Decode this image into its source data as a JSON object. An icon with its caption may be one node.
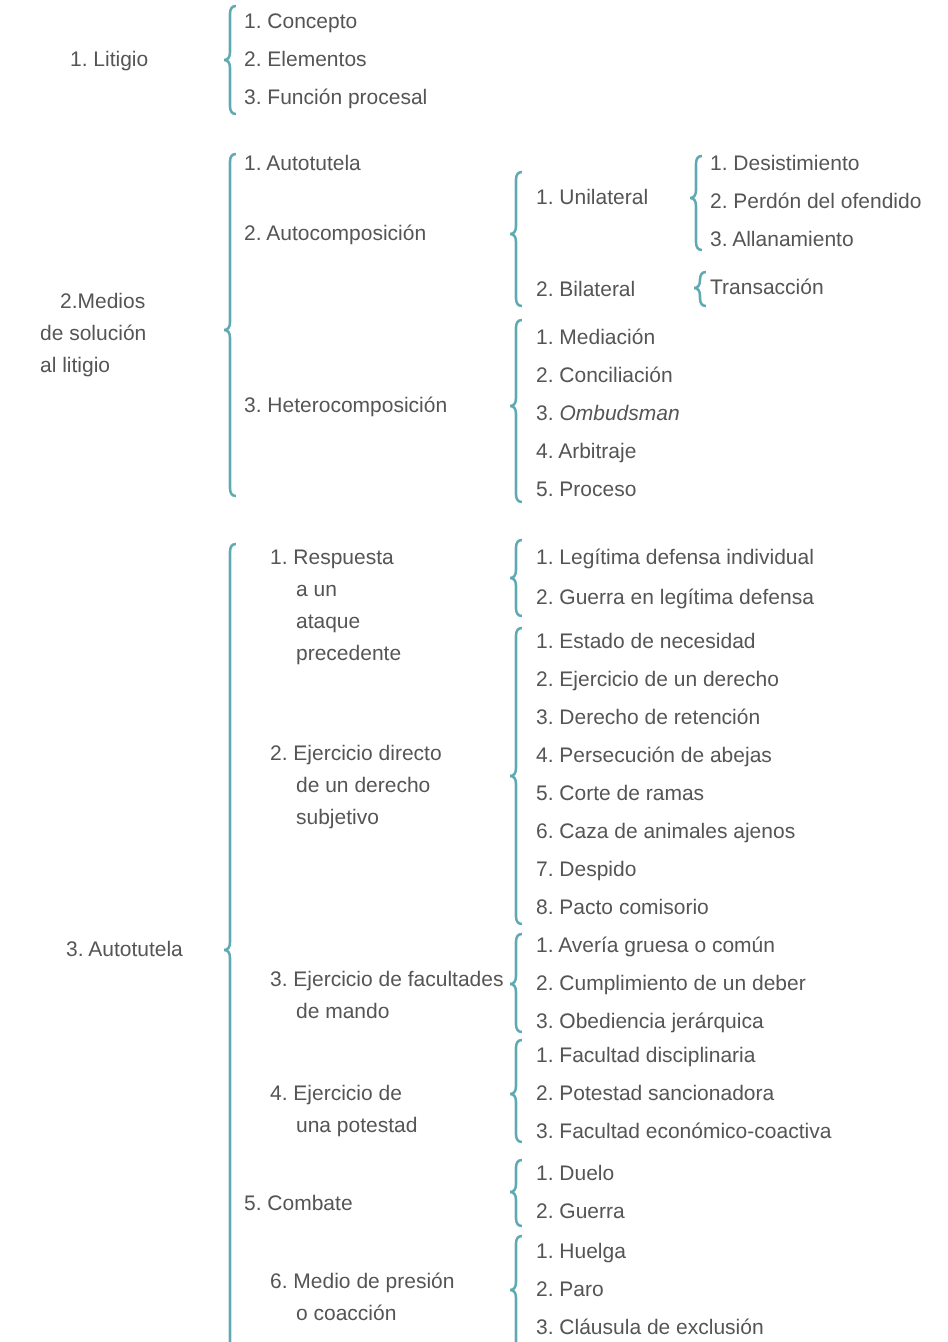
{
  "diagram": {
    "labels": [
      "1. Litigio",
      "1. Concepto",
      "2. Elementos",
      "3. Función procesal",
      "2.Medios de solución al litigio",
      "1. Autotutela",
      "2. Autocomposición",
      "1. Unilateral",
      "1. Desistimiento",
      "2. Perdón del ofendido",
      "3. Allanamiento",
      "2. Bilateral",
      "Transacción",
      "3. Heterocomposición",
      "1. Mediación",
      "2. Conciliación",
      "3. *Ombudsman*",
      "4. Arbitraje",
      "5. Proceso",
      "3. Autotutela",
      "1. Respuesta a un ataque precedente",
      "1. Legítima defensa individual",
      "2. Guerra en legítima defensa",
      "2. Ejercicio directo de un derecho subjetivo",
      "1. Estado de necesidad",
      "2. Ejercicio de un derecho",
      "3. Derecho de retención",
      "4. Persecución de abejas",
      "5. Corte de ramas",
      "6. Caza de animales ajenos",
      "7. Despido",
      "8. Pacto comisorio",
      "3. Ejercicio de facultades de mando",
      "1. Avería gruesa o común",
      "2. Cumplimiento de un deber",
      "3. Obediencia jerárquica",
      "4. Ejercicio de una potestad",
      "1. Facultad disciplinaria",
      "2. Potestad sancionadora",
      "3. Facultad económico-coactiva",
      "5. Combate",
      "1. Duelo",
      "2. Guerra",
      "6. Medio de presión o coacción",
      "1. Huelga",
      "2. Paro",
      "3. Cláusula de exclusión"
    ]
  }
}
